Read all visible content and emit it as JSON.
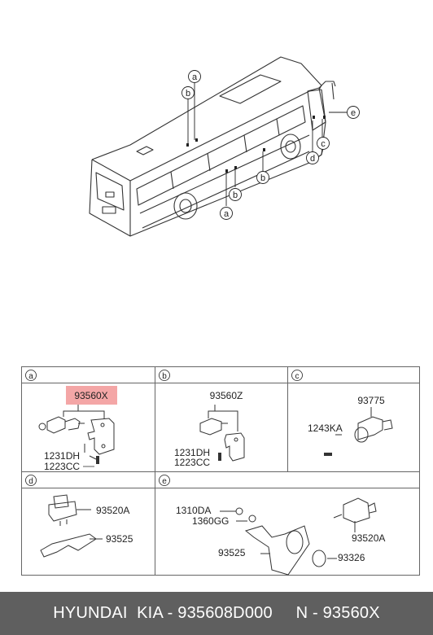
{
  "callout_letters": {
    "a": "a",
    "b": "b",
    "c": "c",
    "d": "d",
    "e": "e"
  },
  "panels": {
    "a": {
      "letter": "a",
      "highlight_part": "93560X",
      "highlight_color": "#f4a6a6",
      "fasteners": [
        "1231DH",
        "1223CC"
      ]
    },
    "b": {
      "letter": "b",
      "part": "93560Z",
      "fasteners": [
        "1231DH",
        "1223CC"
      ]
    },
    "c": {
      "letter": "c",
      "part": "93775",
      "fastener": "1243KA"
    },
    "d": {
      "letter": "d",
      "switch_part": "93520A",
      "bracket_part": "93525"
    },
    "e": {
      "letter": "e",
      "nut_1": "1310DA",
      "nut_2": "1360GG",
      "switch_part": "93520A",
      "bracket_part": "93525",
      "ring_part": "93326"
    }
  },
  "footer": {
    "text": "HYUNDAI  KIA - 935608D000     N - 93560X",
    "bg_color": "#5f5f5f"
  }
}
